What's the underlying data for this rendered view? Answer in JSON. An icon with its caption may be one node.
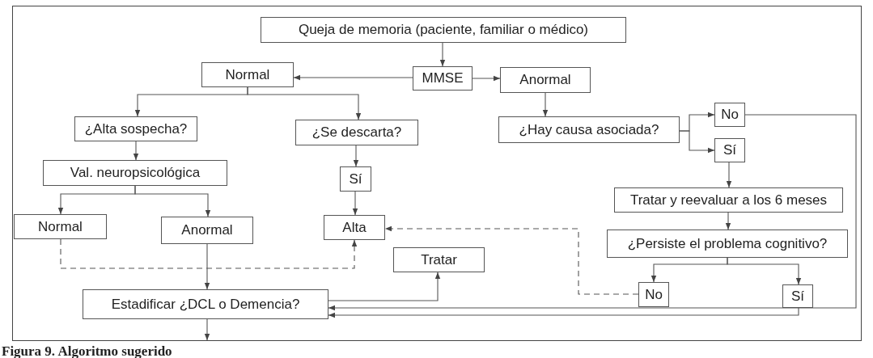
{
  "diagram": {
    "caption": "Figura 9. Algoritmo sugerido",
    "nodes": [
      {
        "text": [
          "Queja de memoria (paciente, familiar o médico)"
        ]
      },
      {
        "text": [
          "MMSE"
        ]
      },
      {
        "text": [
          "Normal"
        ]
      },
      {
        "text": [
          "Anormal"
        ]
      },
      {
        "text": [
          "¿Alta sospecha?"
        ]
      },
      {
        "text": [
          "¿Se descarta?"
        ]
      },
      {
        "text": [
          "¿Hay causa asociada?"
        ]
      },
      {
        "text": [
          "No"
        ]
      },
      {
        "text": [
          "Sí"
        ]
      },
      {
        "text": [
          "Val. neuropsicológica"
        ]
      },
      {
        "text": [
          "Sí"
        ]
      },
      {
        "text": [
          "Tratar y reevaluar a los 6 meses"
        ]
      },
      {
        "text": [
          "Normal"
        ]
      },
      {
        "text": [
          "Anormal"
        ]
      },
      {
        "text": [
          "Alta"
        ]
      },
      {
        "text": [
          "¿Persiste el problema cognitivo?"
        ]
      },
      {
        "text": [
          "Tratar"
        ]
      },
      {
        "text": [
          "Estadificar ¿DCL o Demencia?"
        ]
      },
      {
        "text": [
          "No"
        ]
      },
      {
        "text": [
          "Sí"
        ]
      }
    ],
    "edges": [
      {
        "from": 0,
        "to": 1,
        "arrow": "to"
      },
      {
        "from": 1,
        "to": 2,
        "arrow": "to"
      },
      {
        "from": 1,
        "to": 3,
        "arrow": "to"
      },
      {
        "from": 2,
        "to": 4,
        "arrow": "to"
      },
      {
        "from": 2,
        "to": 5,
        "arrow": "to"
      },
      {
        "from": 3,
        "to": 6,
        "arrow": "to"
      },
      {
        "from": 6,
        "to": 7,
        "arrow": "to"
      },
      {
        "from": 6,
        "to": 8,
        "arrow": "to"
      },
      {
        "from": 5,
        "to": 10,
        "arrow": "to"
      },
      {
        "from": 4,
        "to": 9,
        "arrow": "to"
      },
      {
        "from": 8,
        "to": 11,
        "arrow": "to"
      },
      {
        "from": 9,
        "to": 12,
        "arrow": "to"
      },
      {
        "from": 9,
        "to": 13,
        "arrow": "to"
      },
      {
        "from": 10,
        "to": 14,
        "arrow": "to"
      },
      {
        "from": 11,
        "to": 15,
        "arrow": "to"
      },
      {
        "from": 12,
        "to": 14,
        "arrow": "to",
        "style": "dashed"
      },
      {
        "from": 13,
        "to": 17,
        "arrow": "to"
      },
      {
        "from": 18,
        "to": 14,
        "arrow": "to",
        "style": "dashed"
      },
      {
        "from": 15,
        "to": 18,
        "arrow": "to"
      },
      {
        "from": 15,
        "to": 19,
        "arrow": "to"
      },
      {
        "from": 7,
        "to": 17,
        "arrow": "to"
      },
      {
        "from": 19,
        "to": 17,
        "arrow": "to"
      },
      {
        "from": 17,
        "to": 16,
        "arrow": "to"
      },
      {
        "from": 17,
        "to": null,
        "arrow": "to"
      }
    ]
  }
}
